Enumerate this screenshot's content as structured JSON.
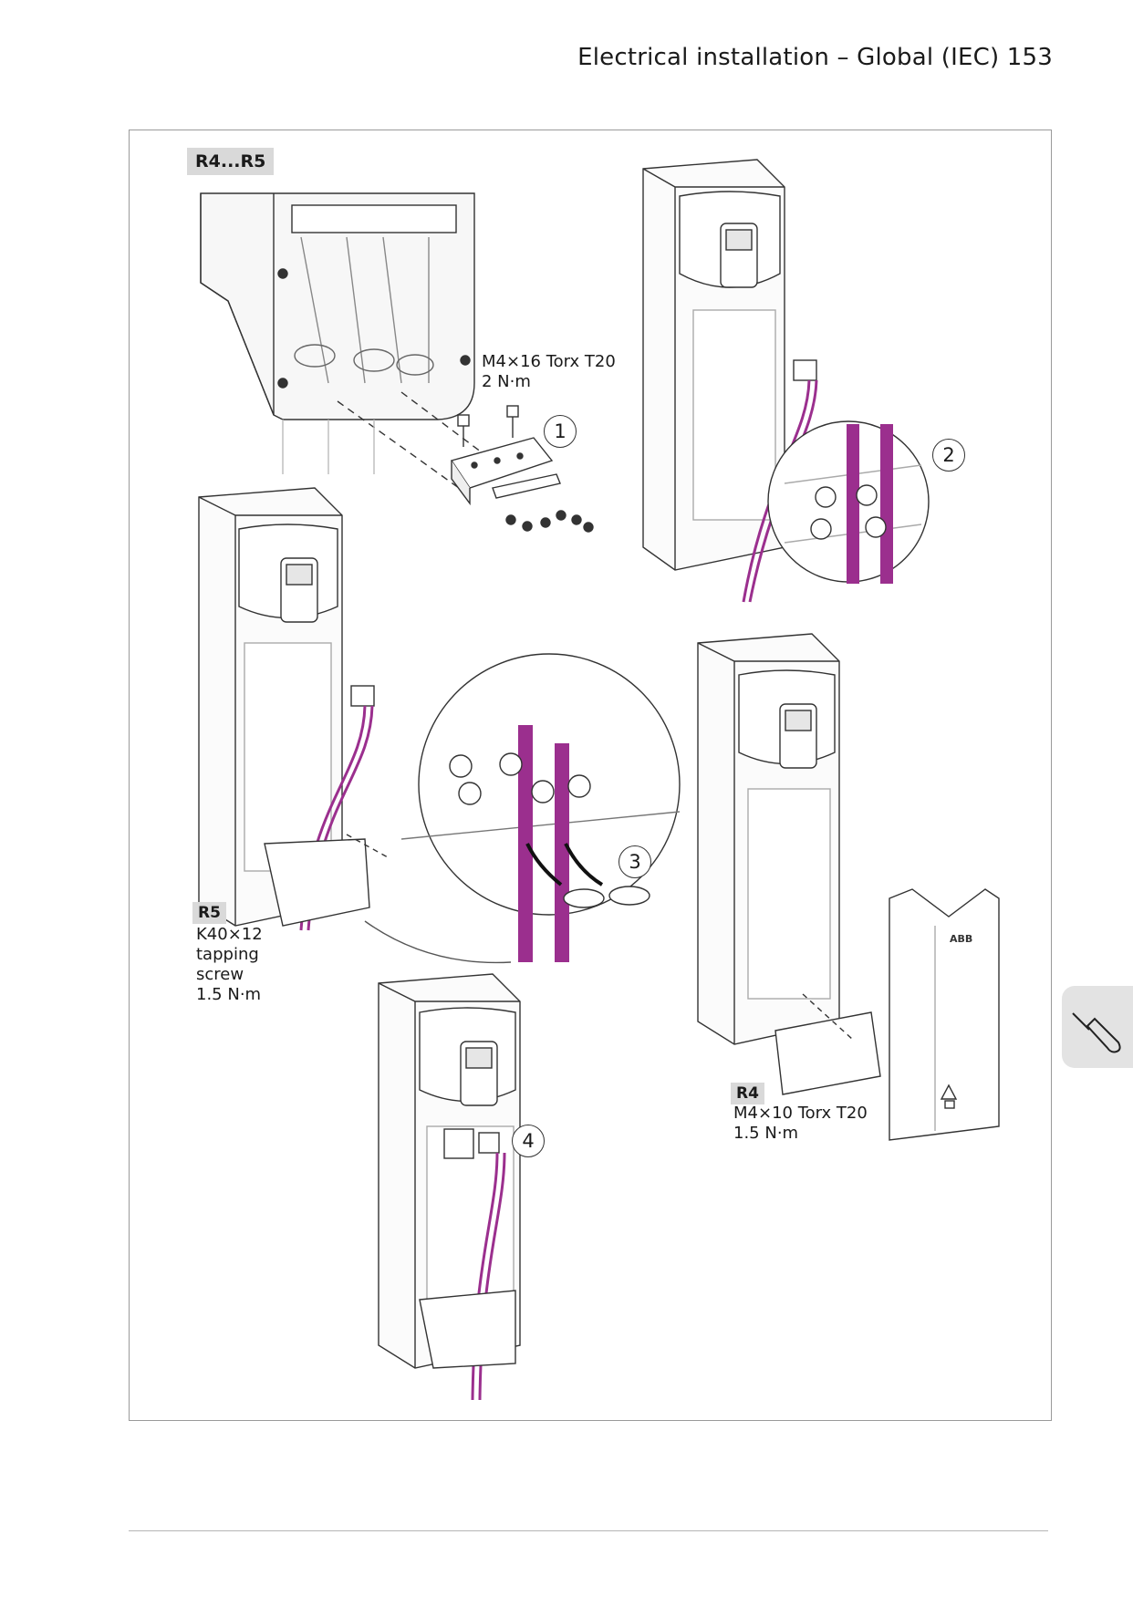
{
  "header": {
    "title": "Electrical installation – Global (IEC) 153"
  },
  "labels": {
    "frames": "R4...R5",
    "screw1": "M4×16 Torx T20\n2 N·m",
    "r5_tag": "R5",
    "r5_screw": "K40×12\ntapping\nscrew\n1.5 N·m",
    "r4_tag": "R4",
    "r4_screw": "M4×10 Torx T20\n1.5 N·m",
    "cover_logo": "ABB"
  },
  "steps": [
    "1",
    "2",
    "3",
    "4"
  ],
  "colors": {
    "cable": "#9b2f8e",
    "line": "#333333",
    "tag_bg": "#d9d9d9"
  },
  "icons": {
    "side_tab": "screwdriver-icon"
  }
}
